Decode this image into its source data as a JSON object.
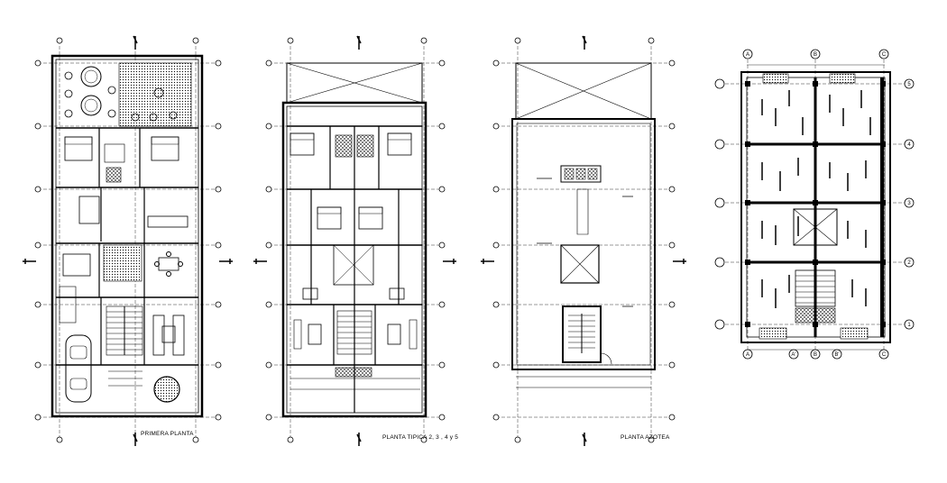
{
  "plans": [
    {
      "id": "primera",
      "title": "PRIMERA PLANTA"
    },
    {
      "id": "tipica",
      "title": "PLANTA TIPICA 2, 3 , 4 y 5"
    },
    {
      "id": "azotea",
      "title": "PLANTA AZOTEA"
    },
    {
      "id": "estructural",
      "title": ""
    }
  ],
  "grid_labels": {
    "structural_top": [
      "A",
      "B",
      "C"
    ],
    "structural_right": [
      "5",
      "4",
      "3",
      "2",
      "1"
    ],
    "structural_bottom": [
      "A",
      "A'",
      "B",
      "B'",
      "C"
    ]
  }
}
